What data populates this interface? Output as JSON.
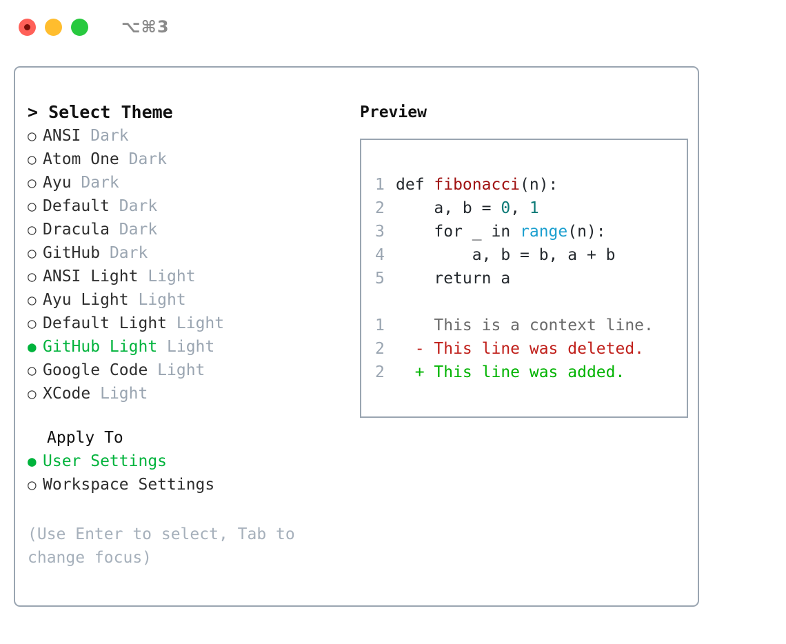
{
  "titlebar": {
    "shortcut": "⌥⌘3",
    "lights": [
      {
        "name": "close",
        "color": "#ff6058"
      },
      {
        "name": "minimize",
        "color": "#ffbd2e"
      },
      {
        "name": "maximize",
        "color": "#28c93f"
      }
    ]
  },
  "theme_picker": {
    "heading_caret": "> ",
    "heading": "Select Theme",
    "selected_bullet": "●",
    "unselected_bullet": "○",
    "items": [
      {
        "name": "ANSI",
        "kind": "Dark",
        "selected": false
      },
      {
        "name": "Atom One",
        "kind": "Dark",
        "selected": false
      },
      {
        "name": "Ayu",
        "kind": "Dark",
        "selected": false
      },
      {
        "name": "Default",
        "kind": "Dark",
        "selected": false
      },
      {
        "name": "Dracula",
        "kind": "Dark",
        "selected": false
      },
      {
        "name": "GitHub",
        "kind": "Dark",
        "selected": false
      },
      {
        "name": "ANSI Light",
        "kind": "Light",
        "selected": false
      },
      {
        "name": "Ayu Light",
        "kind": "Light",
        "selected": false
      },
      {
        "name": "Default Light",
        "kind": "Light",
        "selected": false
      },
      {
        "name": "GitHub Light",
        "kind": "Light",
        "selected": true
      },
      {
        "name": "Google Code",
        "kind": "Light",
        "selected": false
      },
      {
        "name": "XCode",
        "kind": "Light",
        "selected": false
      }
    ]
  },
  "apply_to": {
    "heading": "Apply To",
    "options": [
      {
        "label": "User Settings",
        "selected": true
      },
      {
        "label": "Workspace Settings",
        "selected": false
      }
    ]
  },
  "hint": "(Use Enter to select, Tab to change focus)",
  "preview": {
    "heading": "Preview",
    "code_lines": [
      {
        "no": "1",
        "tokens": [
          {
            "t": "def ",
            "c": "plain"
          },
          {
            "t": "fibonacci",
            "c": "func"
          },
          {
            "t": "(n):",
            "c": "plain"
          }
        ]
      },
      {
        "no": "2",
        "tokens": [
          {
            "t": "    a, b = ",
            "c": "plain"
          },
          {
            "t": "0",
            "c": "num"
          },
          {
            "t": ", ",
            "c": "plain"
          },
          {
            "t": "1",
            "c": "num"
          }
        ]
      },
      {
        "no": "3",
        "tokens": [
          {
            "t": "    for _ in ",
            "c": "plain"
          },
          {
            "t": "range",
            "c": "kwfn"
          },
          {
            "t": "(n):",
            "c": "plain"
          }
        ]
      },
      {
        "no": "4",
        "tokens": [
          {
            "t": "        a, b = b, a + b",
            "c": "plain"
          }
        ]
      },
      {
        "no": "5",
        "tokens": [
          {
            "t": "    return a",
            "c": "plain"
          }
        ]
      }
    ],
    "diff_lines": [
      {
        "no": "1",
        "marker": "  ",
        "text": "This is a context line.",
        "kind": "ctx"
      },
      {
        "no": "2",
        "marker": "- ",
        "text": "This line was deleted.",
        "kind": "del"
      },
      {
        "no": "2",
        "marker": "+ ",
        "text": "This line was added.",
        "kind": "add"
      }
    ]
  },
  "colors": {
    "accent_green": "#00b33c",
    "muted": "#9aa5b1",
    "border": "#9aa5b1",
    "diff_delete": "#c0201b",
    "diff_add": "#00b300",
    "syntax_function": "#a01212",
    "syntax_builtin": "#1b9fcf",
    "syntax_number": "#0c7a77"
  }
}
